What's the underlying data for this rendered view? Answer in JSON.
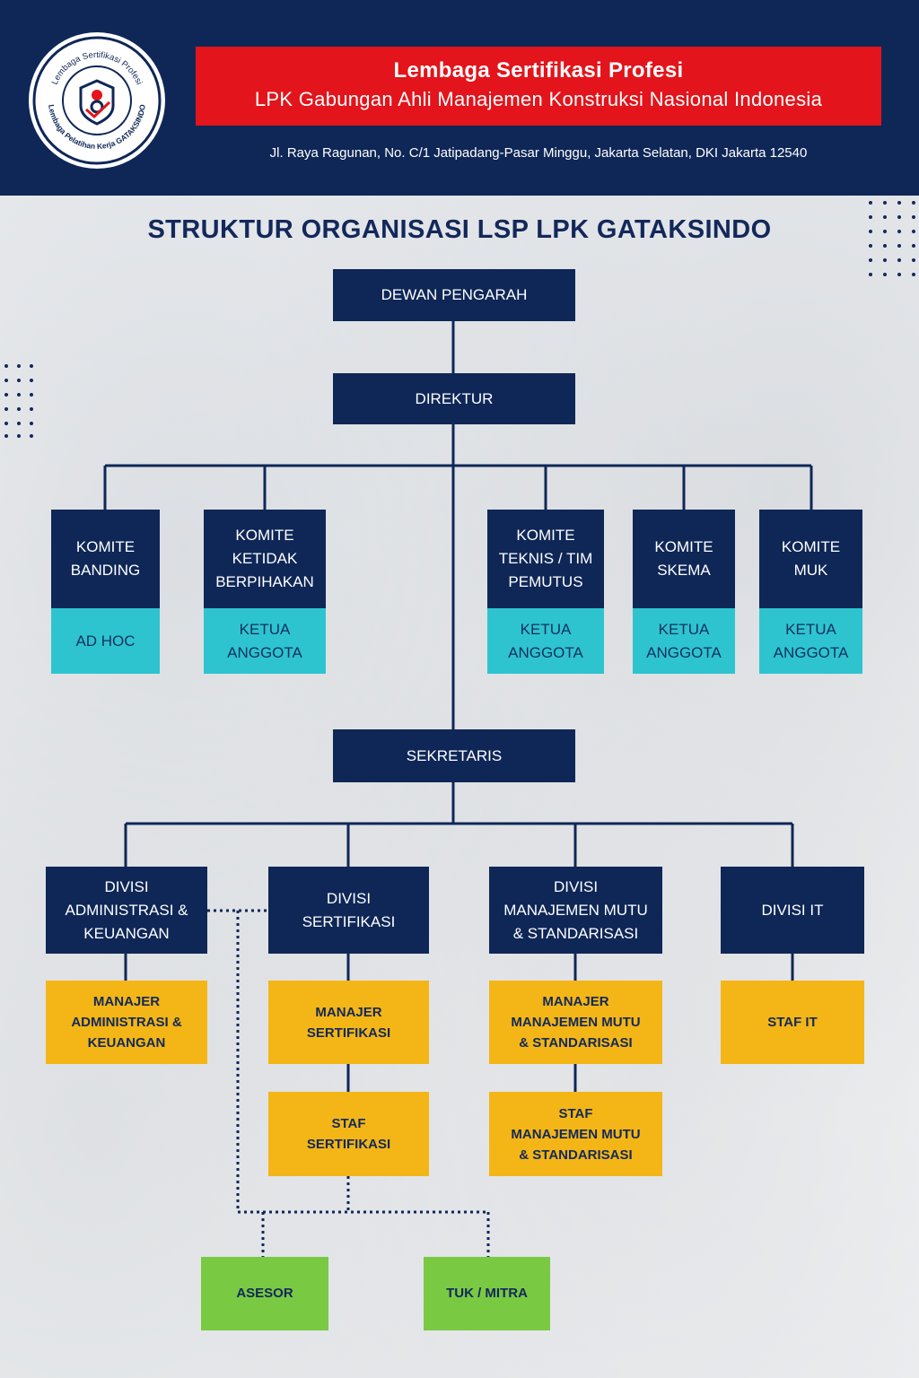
{
  "header": {
    "title": "Lembaga Sertifikasi Profesi",
    "subtitle": "LPK Gabungan Ahli Manajemen Konstruksi Nasional Indonesia",
    "address": "Jl. Raya Ragunan, No. C/1 Jatipadang-Pasar Minggu, Jakarta Selatan, DKI Jakarta 12540",
    "logo_top_text": "Lembaga Sertifikasi Profesi",
    "logo_bottom_text": "Lembaga Pelatihan Kerja GATAKSINDO"
  },
  "page_title": "STRUKTUR ORGANISASI LSP LPK GATAKSINDO",
  "org": {
    "dewan": "DEWAN PENGARAH",
    "direktur": "DIREKTUR",
    "komite_banding": {
      "name": "KOMITE\nBANDING",
      "role": "AD HOC"
    },
    "komite_ketidak": {
      "name": "KOMITE\nKETIDAK\nBERPIHAKAN",
      "role": "KETUA\nANGGOTA"
    },
    "komite_teknis": {
      "name": "KOMITE\nTEKNIS / TIM\nPEMUTUS",
      "role": "KETUA\nANGGOTA"
    },
    "komite_skema": {
      "name": "KOMITE\nSKEMA",
      "role": "KETUA\nANGGOTA"
    },
    "komite_muk": {
      "name": "KOMITE\nMUK",
      "role": "KETUA\nANGGOTA"
    },
    "sekretaris": "SEKRETARIS",
    "divisi_admin": {
      "name": "DIVISI\nADMINISTRASI &\nKEUANGAN",
      "manajer": "MANAJER\nADMINISTRASI &\nKEUANGAN"
    },
    "divisi_sertifikasi": {
      "name": "DIVISI\nSERTIFIKASI",
      "manajer": "MANAJER\nSERTIFIKASI",
      "staf": "STAF\nSERTIFIKASI"
    },
    "divisi_mutu": {
      "name": "DIVISI\nMANAJEMEN MUTU\n& STANDARISASI",
      "manajer": "MANAJER\nMANAJEMEN MUTU\n& STANDARISASI",
      "staf": "STAF\nMANAJEMEN MUTU\n& STANDARISASI"
    },
    "divisi_it": {
      "name": "DIVISI IT",
      "staf": "STAF IT"
    },
    "asesor": "ASESOR",
    "tuk": "TUK / MITRA"
  },
  "colors": {
    "navy": "#0f2757",
    "red": "#e3141b",
    "teal": "#2ec4cf",
    "yellow": "#f3b616",
    "green": "#7ac943"
  }
}
